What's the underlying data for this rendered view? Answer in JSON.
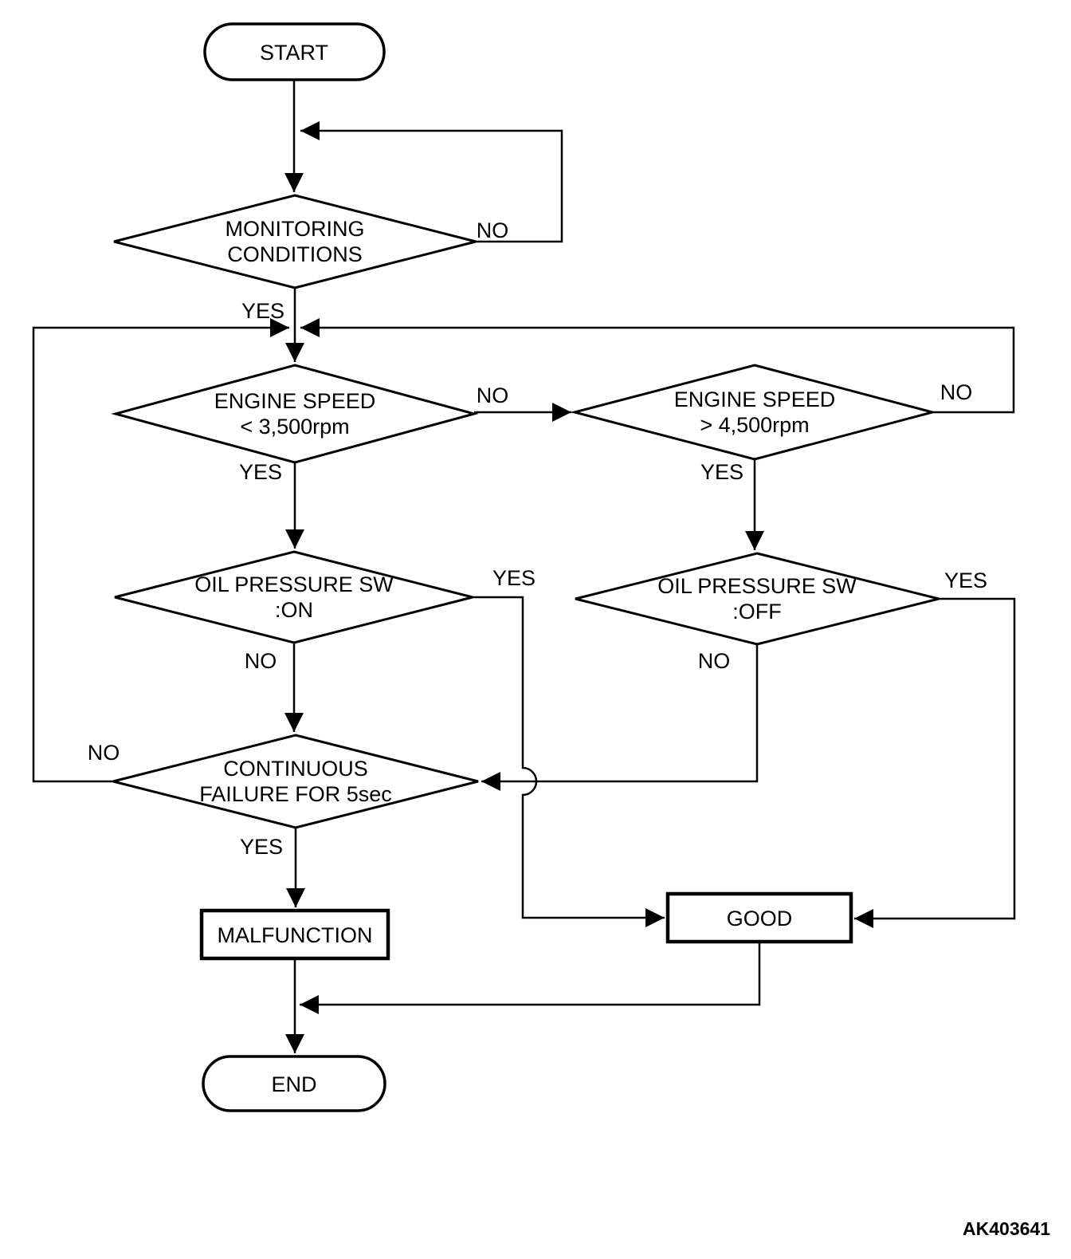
{
  "colors": {
    "background": "#ffffff",
    "line": "#000000",
    "text": "#000000"
  },
  "figure_label": "AK403641",
  "nodes": {
    "start": {
      "shape": "terminator",
      "label": "START"
    },
    "monitoring_conditions": {
      "shape": "decision",
      "line1": "MONITORING",
      "line2": "CONDITIONS"
    },
    "engine_speed_low": {
      "shape": "decision",
      "line1": "ENGINE SPEED",
      "line2": "< 3,500rpm"
    },
    "engine_speed_high": {
      "shape": "decision",
      "line1": "ENGINE SPEED",
      "line2": "> 4,500rpm"
    },
    "oil_pressure_on": {
      "shape": "decision",
      "line1": "OIL PRESSURE SW",
      "line2": ":ON"
    },
    "oil_pressure_off": {
      "shape": "decision",
      "line1": "OIL PRESSURE SW",
      "line2": ":OFF"
    },
    "continuous_failure": {
      "shape": "decision",
      "line1": "CONTINUOUS",
      "line2": "FAILURE FOR 5sec"
    },
    "malfunction": {
      "shape": "process",
      "label": "MALFUNCTION"
    },
    "good": {
      "shape": "process",
      "label": "GOOD"
    },
    "end": {
      "shape": "terminator",
      "label": "END"
    }
  },
  "edge_labels": {
    "monitoring_no": "NO",
    "monitoring_yes": "YES",
    "engine_low_no": "NO",
    "engine_low_yes": "YES",
    "engine_high_no": "NO",
    "engine_high_yes": "YES",
    "oil_on_yes": "YES",
    "oil_on_no": "NO",
    "oil_off_yes": "YES",
    "oil_off_no": "NO",
    "continuous_no": "NO",
    "continuous_yes": "YES"
  }
}
